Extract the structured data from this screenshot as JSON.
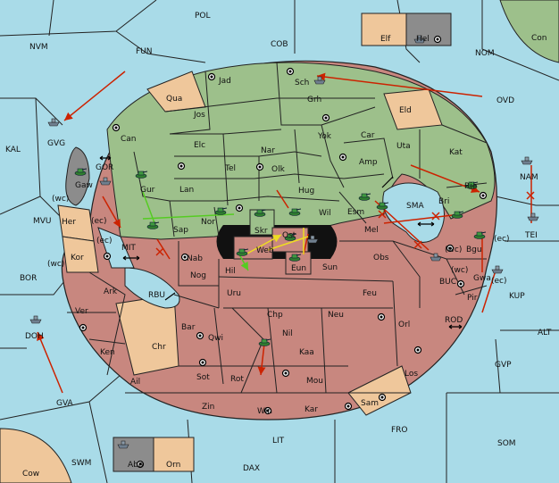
{
  "colors": {
    "sea": "#a9dbe8",
    "green_power": "#9dc08b",
    "red_power": "#c8877f",
    "neutral_tan": "#f0c99a",
    "gray_power": "#8c8c8c",
    "orange_land": "#efc79b",
    "order_arrow": "#cc2200",
    "support_green": "#55cc22",
    "support_yellow": "#eedd22"
  },
  "sea_regions": [
    {
      "id": "POL",
      "label": "POL"
    },
    {
      "id": "NVM",
      "label": "NVM"
    },
    {
      "id": "FUN",
      "label": "FUN"
    },
    {
      "id": "COB",
      "label": "COB"
    },
    {
      "id": "NOM",
      "label": "NOM"
    },
    {
      "id": "OVD",
      "label": "OVD"
    },
    {
      "id": "KAL",
      "label": "KAL"
    },
    {
      "id": "MVU",
      "label": "MVU"
    },
    {
      "id": "BOR",
      "label": "BOR"
    },
    {
      "id": "GVA",
      "label": "GVA"
    },
    {
      "id": "SWM",
      "label": "SWM"
    },
    {
      "id": "LIT",
      "label": "LIT"
    },
    {
      "id": "DAX",
      "label": "DAX"
    },
    {
      "id": "FRO",
      "label": "FRO"
    },
    {
      "id": "SOM",
      "label": "SOM"
    },
    {
      "id": "GVP",
      "label": "GVP"
    },
    {
      "id": "ALT",
      "label": "ALT"
    },
    {
      "id": "KUP",
      "label": "KUP"
    },
    {
      "id": "SMA",
      "label": "SMA"
    },
    {
      "id": "MIT",
      "label": "MIT"
    },
    {
      "id": "RBU",
      "label": "RBU"
    },
    {
      "id": "ROD",
      "label": "ROD"
    },
    {
      "id": "BUC",
      "label": "BUC"
    },
    {
      "id": "NAM",
      "label": "NAM"
    }
  ],
  "land_regions": [
    {
      "id": "Jad",
      "label": "Jad"
    },
    {
      "id": "Sch",
      "label": "Sch"
    },
    {
      "id": "Qua",
      "label": "Qua"
    },
    {
      "id": "Jos",
      "label": "Jos"
    },
    {
      "id": "Grh",
      "label": "Grh"
    },
    {
      "id": "Eld",
      "label": "Eld"
    },
    {
      "id": "Can",
      "label": "Can"
    },
    {
      "id": "Yok",
      "label": "Yok"
    },
    {
      "id": "Car",
      "label": "Car"
    },
    {
      "id": "Elc",
      "label": "Elc"
    },
    {
      "id": "Nar",
      "label": "Nar"
    },
    {
      "id": "Uta",
      "label": "Uta"
    },
    {
      "id": "Kat",
      "label": "Kat"
    },
    {
      "id": "Tel",
      "label": "Tel"
    },
    {
      "id": "Olk",
      "label": "Olk"
    },
    {
      "id": "Amp",
      "label": "Amp"
    },
    {
      "id": "Gur",
      "label": "Gur"
    },
    {
      "id": "Lan",
      "label": "Lan"
    },
    {
      "id": "Hug",
      "label": "Hug"
    },
    {
      "id": "Rie",
      "label": "Rie"
    },
    {
      "id": "Bri",
      "label": "Bri"
    },
    {
      "id": "Esm",
      "label": "Esm"
    },
    {
      "id": "Wil",
      "label": "Wil"
    },
    {
      "id": "Nor",
      "label": "Nor"
    },
    {
      "id": "Sap",
      "label": "Sap"
    },
    {
      "id": "Skr",
      "label": "Skr"
    },
    {
      "id": "Mel",
      "label": "Mel"
    },
    {
      "id": "Ost",
      "label": "Ost"
    },
    {
      "id": "Web",
      "label": "Web"
    },
    {
      "id": "Nab",
      "label": "Nab"
    },
    {
      "id": "Hil",
      "label": "Hil"
    },
    {
      "id": "Eun",
      "label": "Eun"
    },
    {
      "id": "Sun",
      "label": "Sun"
    },
    {
      "id": "Obs",
      "label": "Obs"
    },
    {
      "id": "Bgu",
      "label": "Bgu"
    },
    {
      "id": "Gwa",
      "label": "Gwa"
    },
    {
      "id": "Her",
      "label": "Her"
    },
    {
      "id": "Kor",
      "label": "Kor"
    },
    {
      "id": "Ark",
      "label": "Ark"
    },
    {
      "id": "Nog",
      "label": "Nog"
    },
    {
      "id": "Uru",
      "label": "Uru"
    },
    {
      "id": "Feu",
      "label": "Feu"
    },
    {
      "id": "Pir",
      "label": "Pir"
    },
    {
      "id": "Ver",
      "label": "Ver"
    },
    {
      "id": "Chp",
      "label": "Chp"
    },
    {
      "id": "Neu",
      "label": "Neu"
    },
    {
      "id": "Orl",
      "label": "Orl"
    },
    {
      "id": "Bar",
      "label": "Bar"
    },
    {
      "id": "Qwi",
      "label": "Qwi"
    },
    {
      "id": "Ken",
      "label": "Ken"
    },
    {
      "id": "Chr",
      "label": "Chr"
    },
    {
      "id": "Nil",
      "label": "Nil"
    },
    {
      "id": "Kaa",
      "label": "Kaa"
    },
    {
      "id": "Ail",
      "label": "Ail"
    },
    {
      "id": "Sot",
      "label": "Sot"
    },
    {
      "id": "Rot",
      "label": "Rot"
    },
    {
      "id": "Mou",
      "label": "Mou"
    },
    {
      "id": "Los",
      "label": "Los"
    },
    {
      "id": "Zin",
      "label": "Zin"
    },
    {
      "id": "Win",
      "label": "Win"
    },
    {
      "id": "Kar",
      "label": "Kar"
    },
    {
      "id": "Sam",
      "label": "Sam"
    },
    {
      "id": "Gaw",
      "label": "Gaw"
    },
    {
      "id": "GOR",
      "label": "GOR"
    },
    {
      "id": "GVG",
      "label": "GVG"
    },
    {
      "id": "DOH",
      "label": "DOH"
    },
    {
      "id": "TEI",
      "label": "TEI"
    },
    {
      "id": "Elf",
      "label": "Elf"
    },
    {
      "id": "Hel",
      "label": "Hel"
    },
    {
      "id": "Con",
      "label": "Con"
    },
    {
      "id": "Cow",
      "label": "Cow"
    },
    {
      "id": "Aba",
      "label": "Aba"
    },
    {
      "id": "Orn",
      "label": "Orn"
    }
  ],
  "coast_tags": [
    {
      "id": "wc1",
      "label": "(wc)"
    },
    {
      "id": "ec1",
      "label": "(ec)"
    },
    {
      "id": "ec2",
      "label": "(ec)"
    },
    {
      "id": "wc2",
      "label": "(wc)"
    },
    {
      "id": "wc3",
      "label": "(wc)"
    },
    {
      "id": "ec3",
      "label": "(ec)"
    },
    {
      "id": "wc4",
      "label": "(wc)"
    },
    {
      "id": "ec4",
      "label": "(ec)"
    }
  ]
}
